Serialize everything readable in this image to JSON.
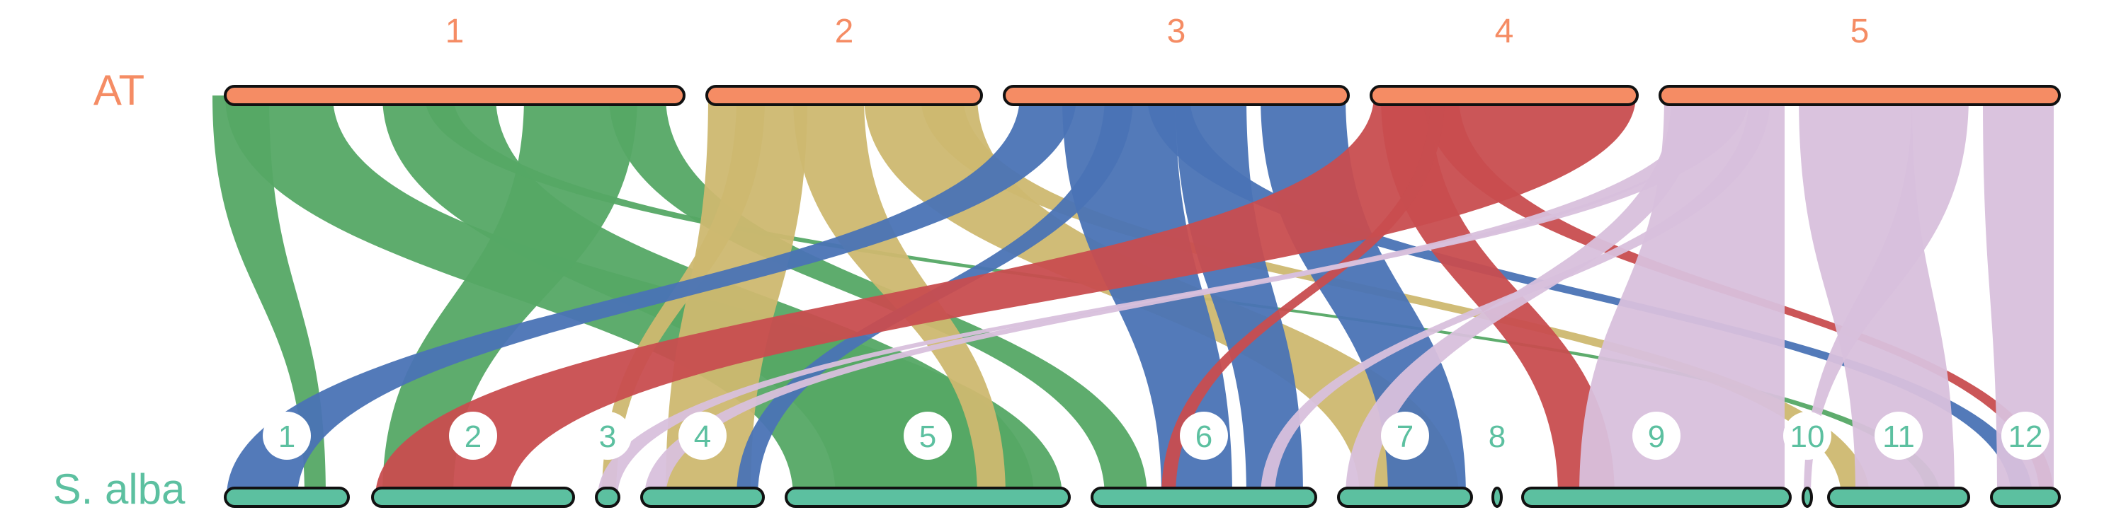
{
  "top_genome": {
    "label": "AT",
    "color": "#f58c64",
    "chromosomes": [
      {
        "name": "1",
        "color": "#f58c64"
      },
      {
        "name": "2",
        "color": "#f58c64"
      },
      {
        "name": "3",
        "color": "#f58c64"
      },
      {
        "name": "4",
        "color": "#f58c64"
      },
      {
        "name": "5",
        "color": "#f58c64"
      }
    ]
  },
  "bottom_genome": {
    "label": "S. alba",
    "color": "#5cc0a0",
    "chromosomes": [
      {
        "name": "1"
      },
      {
        "name": "2"
      },
      {
        "name": "3"
      },
      {
        "name": "4"
      },
      {
        "name": "5"
      },
      {
        "name": "6"
      },
      {
        "name": "7"
      },
      {
        "name": "8"
      },
      {
        "name": "9"
      },
      {
        "name": "10"
      },
      {
        "name": "11"
      },
      {
        "name": "12"
      }
    ]
  },
  "ribbon_colors": {
    "AT1": "#55a865",
    "AT2": "#cdb870",
    "AT3": "#4a73b5",
    "AT4": "#c84d4f",
    "AT5": "#d8c0dc"
  },
  "synteny_links": [
    {
      "from": "AT1",
      "to": "S. alba 1"
    },
    {
      "from": "AT1",
      "to": "S. alba 2"
    },
    {
      "from": "AT1",
      "to": "S. alba 5"
    },
    {
      "from": "AT1",
      "to": "S. alba 6"
    },
    {
      "from": "AT1",
      "to": "S. alba 11"
    },
    {
      "from": "AT2",
      "to": "S. alba 3"
    },
    {
      "from": "AT2",
      "to": "S. alba 4"
    },
    {
      "from": "AT2",
      "to": "S. alba 5"
    },
    {
      "from": "AT2",
      "to": "S. alba 7"
    },
    {
      "from": "AT2",
      "to": "S. alba 11"
    },
    {
      "from": "AT3",
      "to": "S. alba 1"
    },
    {
      "from": "AT3",
      "to": "S. alba 4"
    },
    {
      "from": "AT3",
      "to": "S. alba 6"
    },
    {
      "from": "AT3",
      "to": "S. alba 7"
    },
    {
      "from": "AT3",
      "to": "S. alba 12"
    },
    {
      "from": "AT4",
      "to": "S. alba 2"
    },
    {
      "from": "AT4",
      "to": "S. alba 6"
    },
    {
      "from": "AT4",
      "to": "S. alba 9"
    },
    {
      "from": "AT4",
      "to": "S. alba 12"
    },
    {
      "from": "AT5",
      "to": "S. alba 3"
    },
    {
      "from": "AT5",
      "to": "S. alba 4"
    },
    {
      "from": "AT5",
      "to": "S. alba 7"
    },
    {
      "from": "AT5",
      "to": "S. alba 9"
    },
    {
      "from": "AT5",
      "to": "S. alba 10"
    },
    {
      "from": "AT5",
      "to": "S. alba 11"
    },
    {
      "from": "AT5",
      "to": "S. alba 12"
    }
  ]
}
